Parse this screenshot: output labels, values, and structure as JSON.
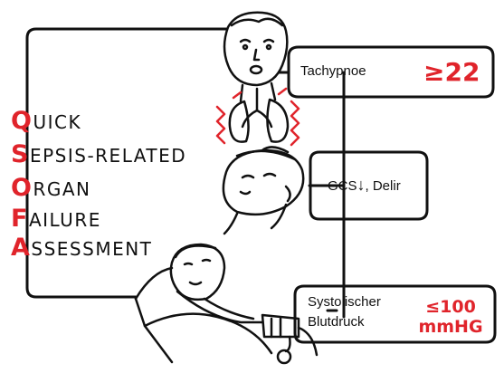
{
  "acronym": [
    {
      "letter": "Q",
      "rest": "uick"
    },
    {
      "letter": "S",
      "rest": "epsis-related"
    },
    {
      "letter": "O",
      "rest": "rgan"
    },
    {
      "letter": "F",
      "rest": "ailure"
    },
    {
      "letter": "A",
      "rest": "ssessment"
    }
  ],
  "criteria": [
    {
      "label": "Tachypnoe",
      "value": "≥22"
    },
    {
      "label": "GCS",
      "arrow": "↓",
      "label_suffix": ", Delir"
    },
    {
      "label_line1": "Systolischer",
      "label_line2": "Blutdruck",
      "value_line1": "≤100",
      "value_line2": "mmHG"
    }
  ],
  "colors": {
    "accent": "#e0242b",
    "ink": "#111111",
    "background": "#ffffff"
  },
  "icons": [
    "patient-breathing-lungs-icon",
    "patient-lying-confused-icon",
    "patient-in-bed-blood-pressure-cuff-icon"
  ]
}
